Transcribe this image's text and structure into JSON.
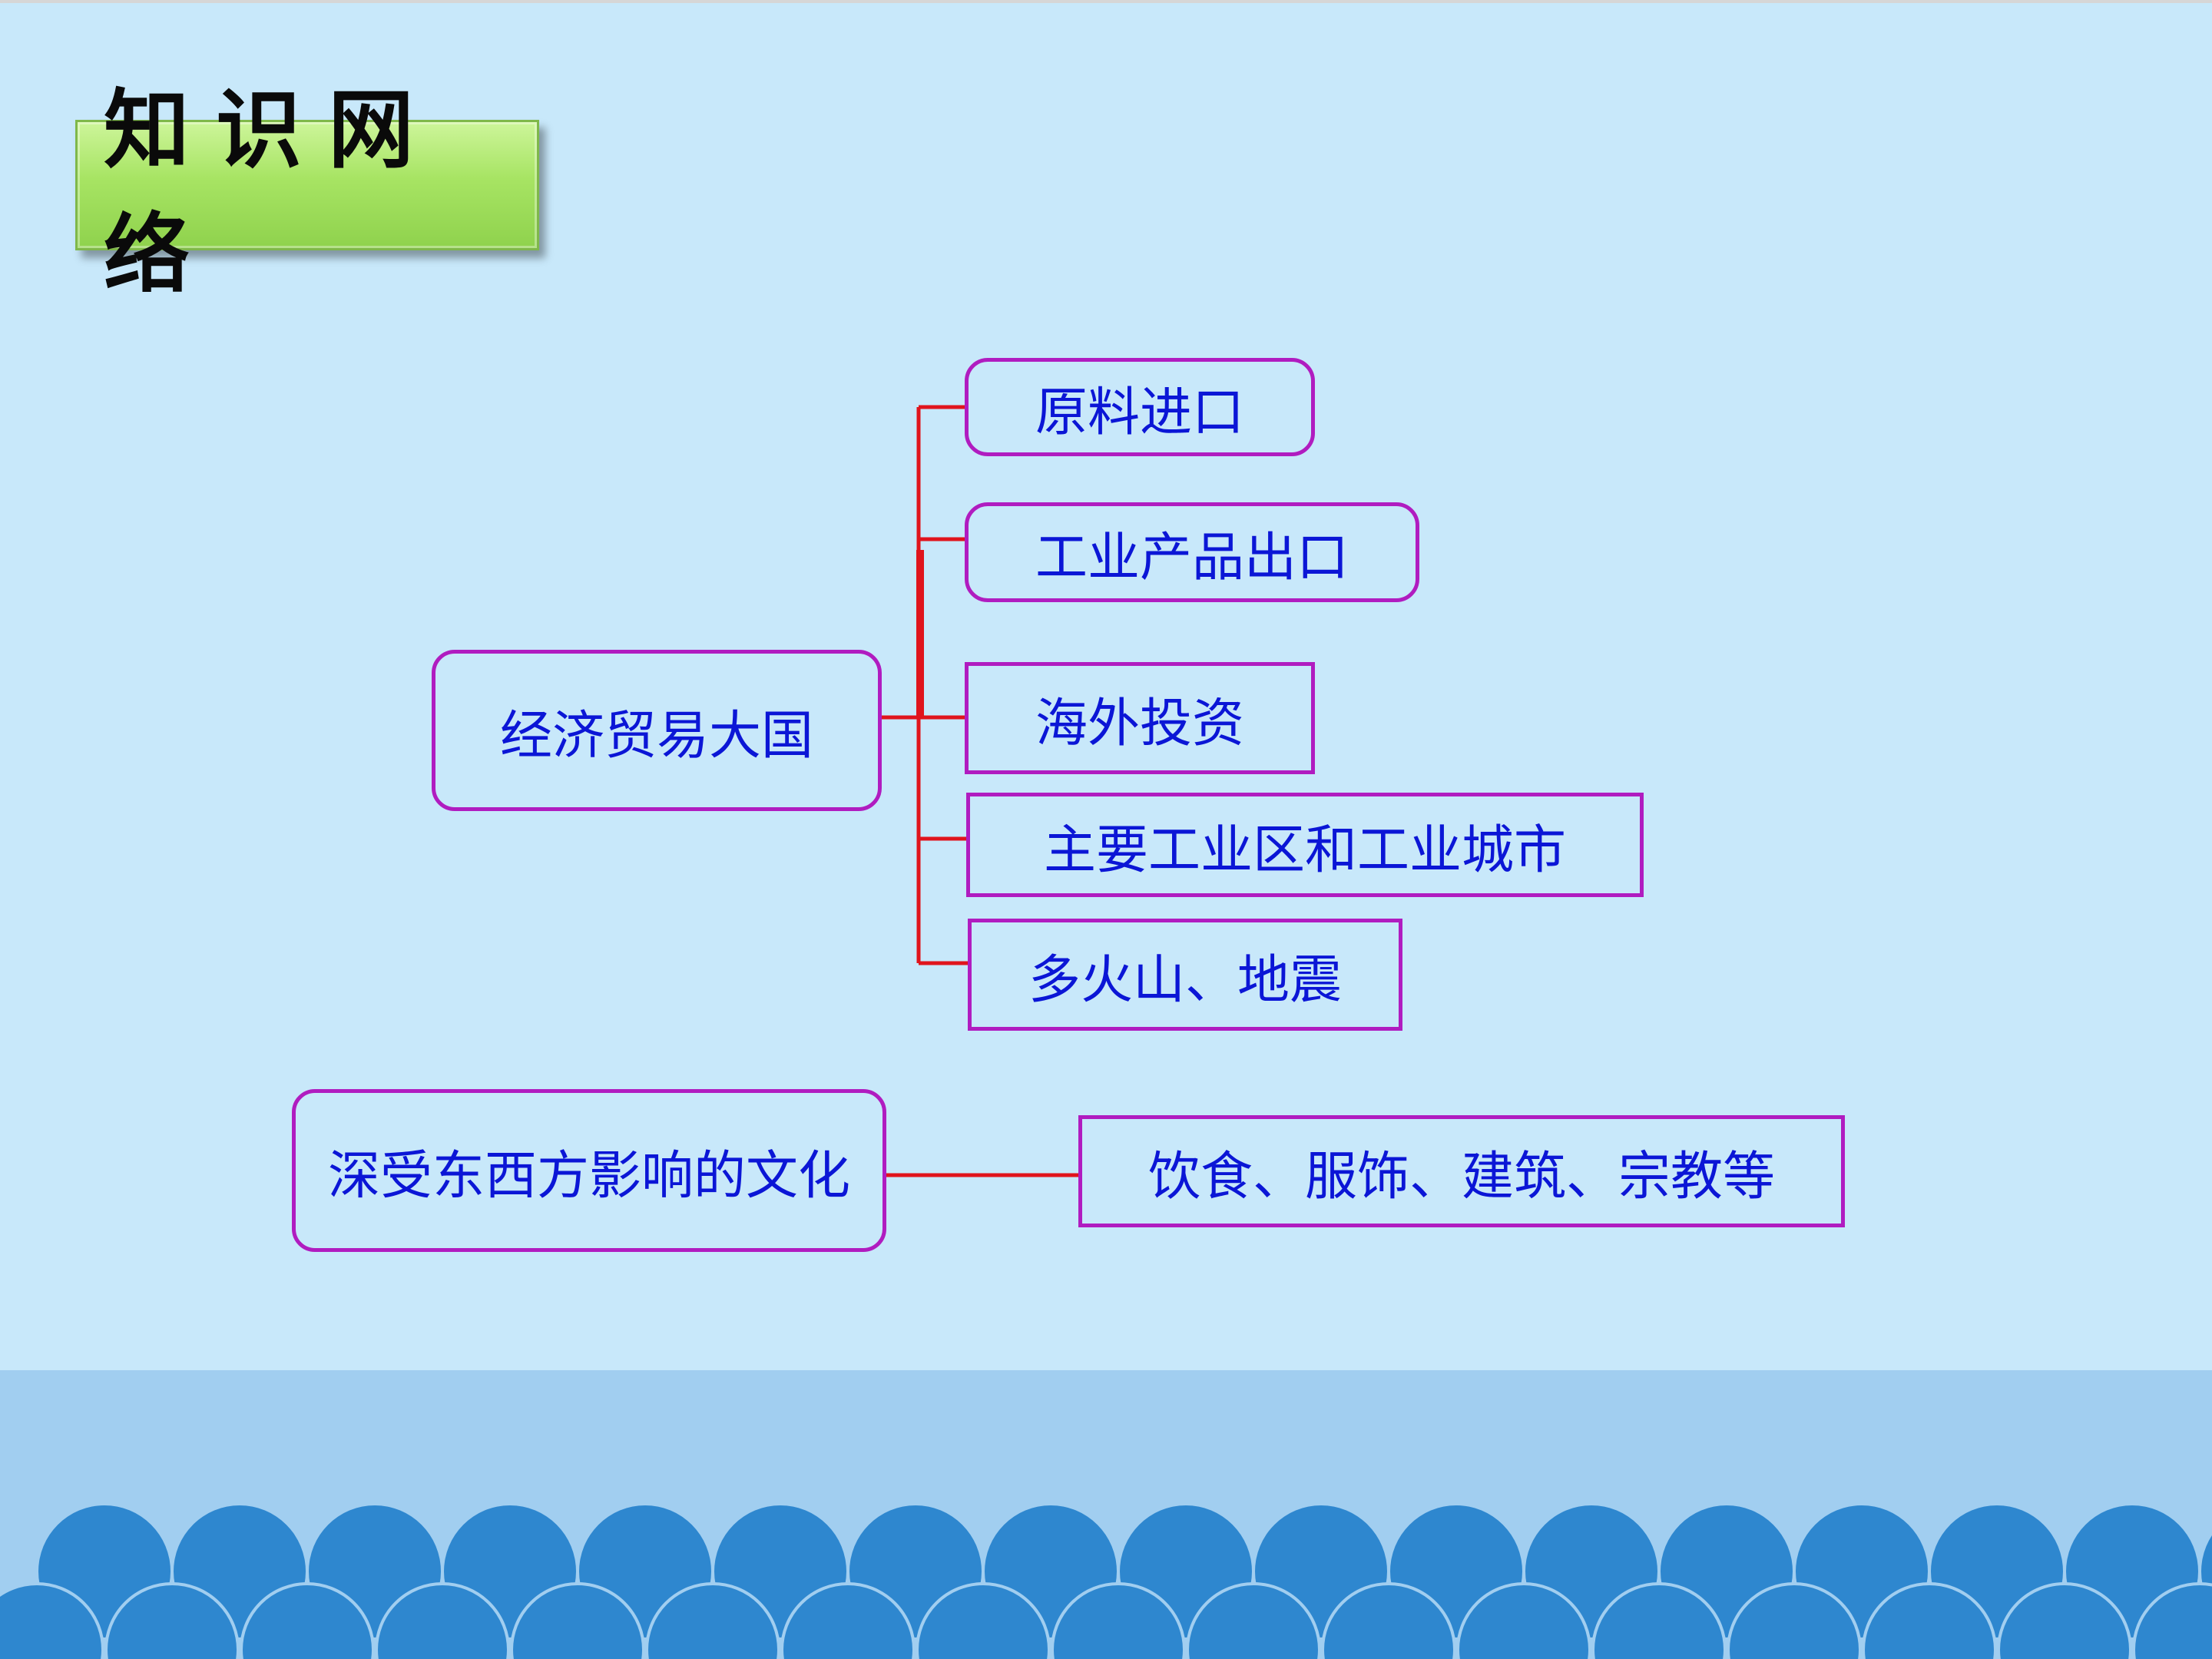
{
  "header": {
    "title": "知识网络"
  },
  "mindmap": {
    "topic1": {
      "label": "经济贸易大国",
      "branches": [
        "原料进口",
        "工业产品出口",
        "海外投资",
        "主要工业区和工业城市",
        "多火山、地震"
      ]
    },
    "topic2": {
      "label": "深受东西方影响的文化",
      "branch": "饮食、服饰、建筑、宗教等"
    }
  },
  "colors": {
    "background": "#c8e8fa",
    "box_border": "#b01cc0",
    "text": "#0b16d6",
    "connector": "#e0141c",
    "title_badge": "#a7e463",
    "wave_dark": "#2e87cf",
    "band": "#a1cef0"
  }
}
